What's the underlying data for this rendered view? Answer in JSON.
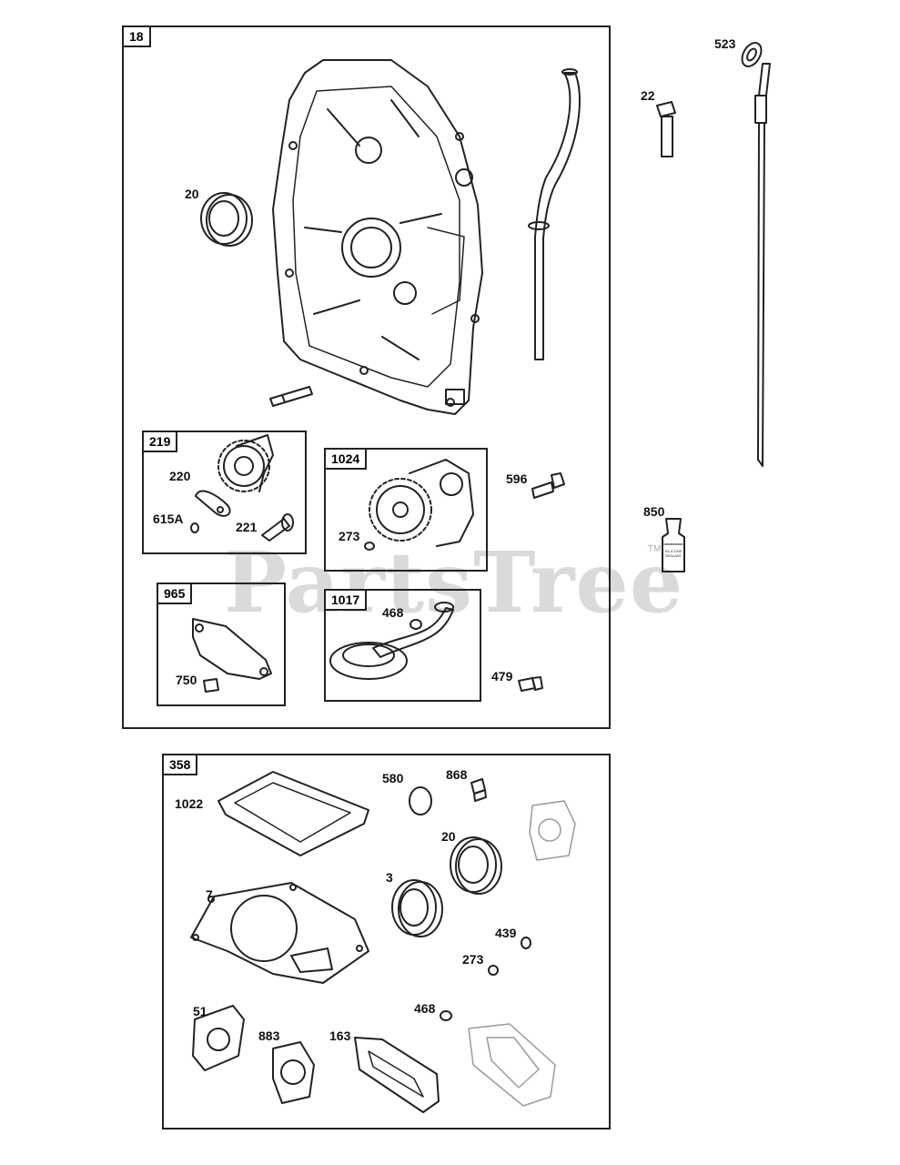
{
  "watermark": {
    "text": "PartsTree",
    "tm": "TM"
  },
  "groups": [
    {
      "id": "18"
    },
    {
      "id": "219"
    },
    {
      "id": "1024"
    },
    {
      "id": "965"
    },
    {
      "id": "1017"
    },
    {
      "id": "358"
    }
  ],
  "callouts": {
    "c20a": "20",
    "c22": "22",
    "c523": "523",
    "c220": "220",
    "c615a": "615A",
    "c221": "221",
    "c273a": "273",
    "c596": "596",
    "c850": "850",
    "c468a": "468",
    "c750": "750",
    "c479": "479",
    "c580": "580",
    "c868": "868",
    "c1022": "1022",
    "c20b": "20",
    "c3": "3",
    "c7": "7",
    "c439": "439",
    "c273b": "273",
    "c468b": "468",
    "c51": "51",
    "c883": "883",
    "c163": "163"
  },
  "tube_label": "SILICONE SEALANT"
}
